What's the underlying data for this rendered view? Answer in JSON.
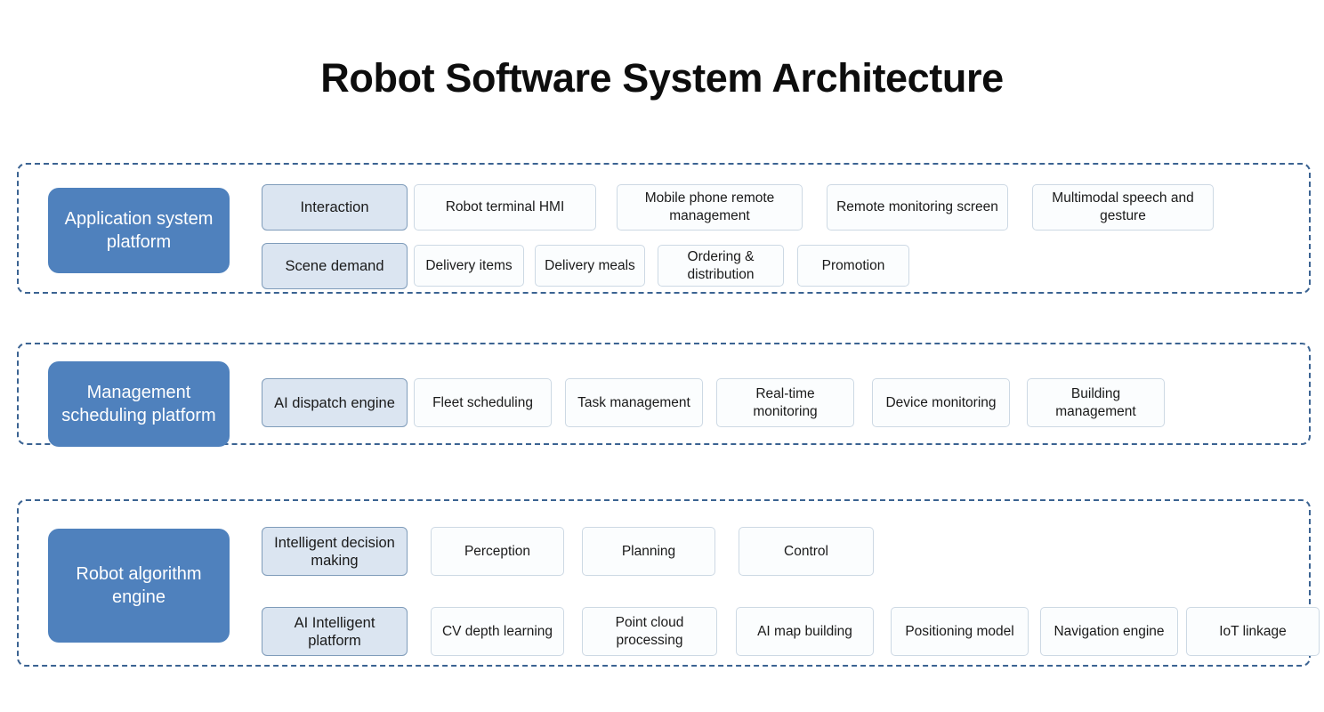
{
  "title": "Robot Software System Architecture",
  "colors": {
    "band_border": "#3b6392",
    "label_fill": "#4f81bd",
    "label_text": "#ffffff",
    "accent_fill": "#dbe5f1",
    "accent_border": "#7f9cba",
    "plain_fill": "#fbfdfe",
    "plain_border": "#cdd9e4",
    "title_text": "#0d0d0d"
  },
  "bands": [
    {
      "id": "application",
      "label": "Application system platform",
      "rows": [
        {
          "accent": "Interaction",
          "nodes": [
            "Robot terminal HMI",
            "Mobile phone remote management",
            "Remote monitoring screen",
            "Multimodal speech and gesture"
          ]
        },
        {
          "accent": "Scene demand",
          "nodes": [
            "Delivery items",
            "Delivery meals",
            "Ordering & distribution",
            "Promotion"
          ]
        }
      ]
    },
    {
      "id": "management",
      "label": "Management scheduling platform",
      "rows": [
        {
          "accent": "AI dispatch engine",
          "nodes": [
            "Fleet scheduling",
            "Task management",
            "Real-time monitoring",
            "Device monitoring",
            "Building management"
          ]
        }
      ]
    },
    {
      "id": "algorithm",
      "label": "Robot algorithm engine",
      "rows": [
        {
          "accent": "Intelligent decision making",
          "nodes": [
            "Perception",
            "Planning",
            "Control"
          ]
        },
        {
          "accent": "AI Intelligent platform",
          "nodes": [
            "CV depth learning",
            "Point cloud processing",
            "AI map building",
            "Positioning model",
            "Navigation engine",
            "IoT linkage"
          ]
        }
      ]
    }
  ]
}
